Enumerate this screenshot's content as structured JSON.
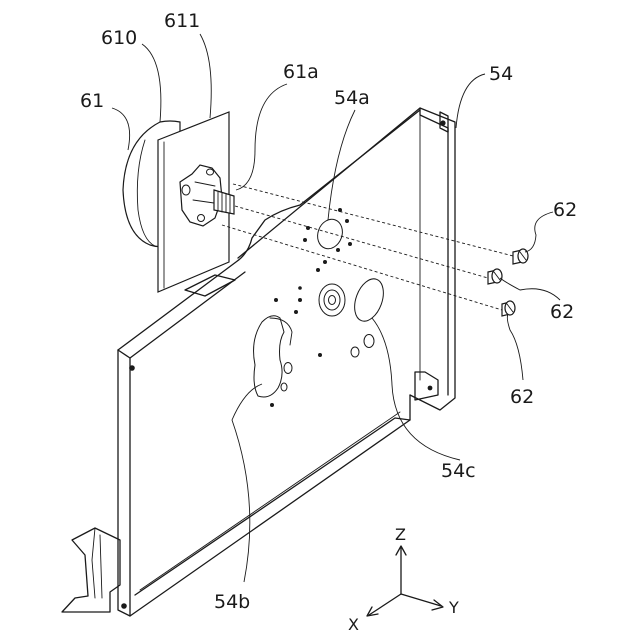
{
  "labels": {
    "motor": "61",
    "motor_body": "610",
    "motor_flange": "611",
    "motor_shaft": "61a",
    "plate": "54",
    "plate_hole_a": "54a",
    "plate_hole_b": "54b",
    "plate_hole_c": "54c",
    "screw_1": "62",
    "screw_2": "62",
    "screw_3": "62"
  },
  "axes": {
    "z": "Z",
    "x": "X",
    "y": "Y"
  }
}
